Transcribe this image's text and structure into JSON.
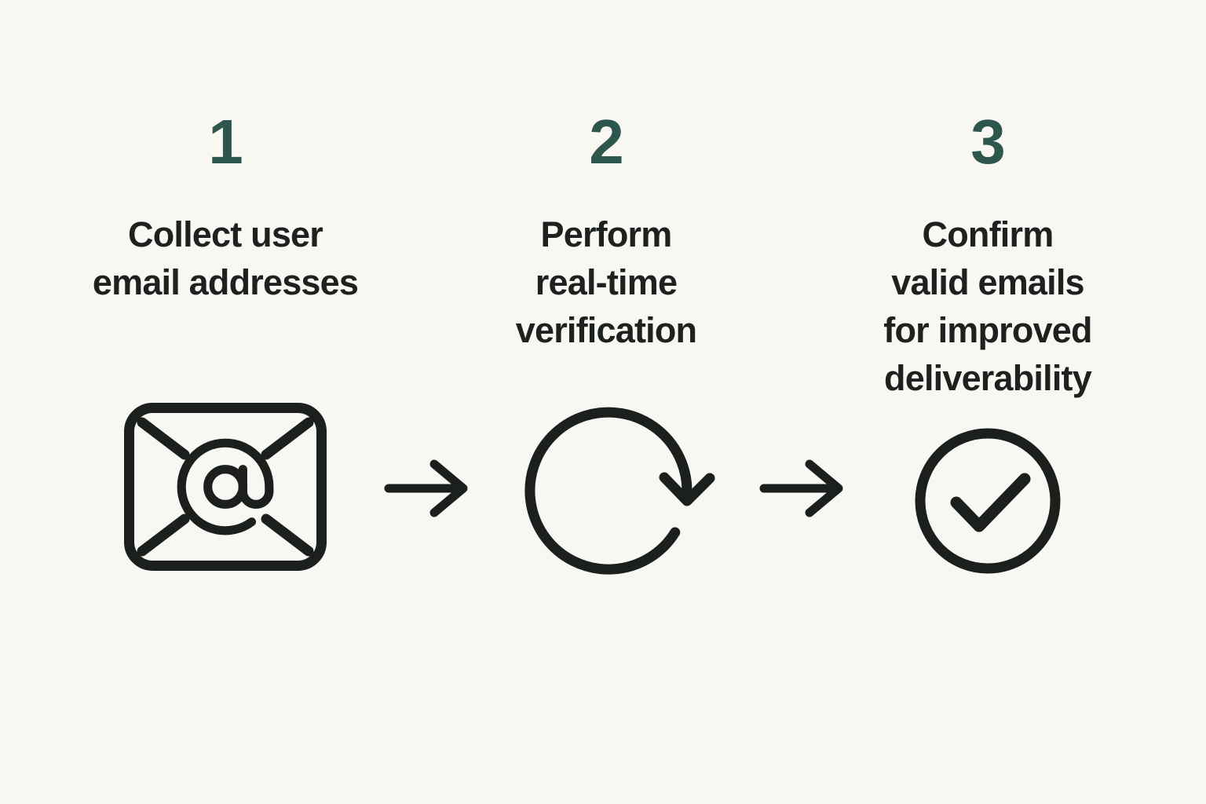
{
  "colors": {
    "background": "#f8f7f2",
    "number": "#2d564c",
    "text": "#1d2220",
    "icon": "#1b201e"
  },
  "steps": [
    {
      "number": "1",
      "title": "Collect user\nemail addresses",
      "icon": "email-envelope-at-icon"
    },
    {
      "number": "2",
      "title": "Perform\nreal-time\nverification",
      "icon": "refresh-cycle-icon"
    },
    {
      "number": "3",
      "title": "Confirm\nvalid emails\nfor improved\ndeliverability",
      "icon": "check-circle-icon"
    }
  ],
  "connectors": [
    {
      "icon": "right-arrow-icon"
    },
    {
      "icon": "right-arrow-icon"
    }
  ]
}
